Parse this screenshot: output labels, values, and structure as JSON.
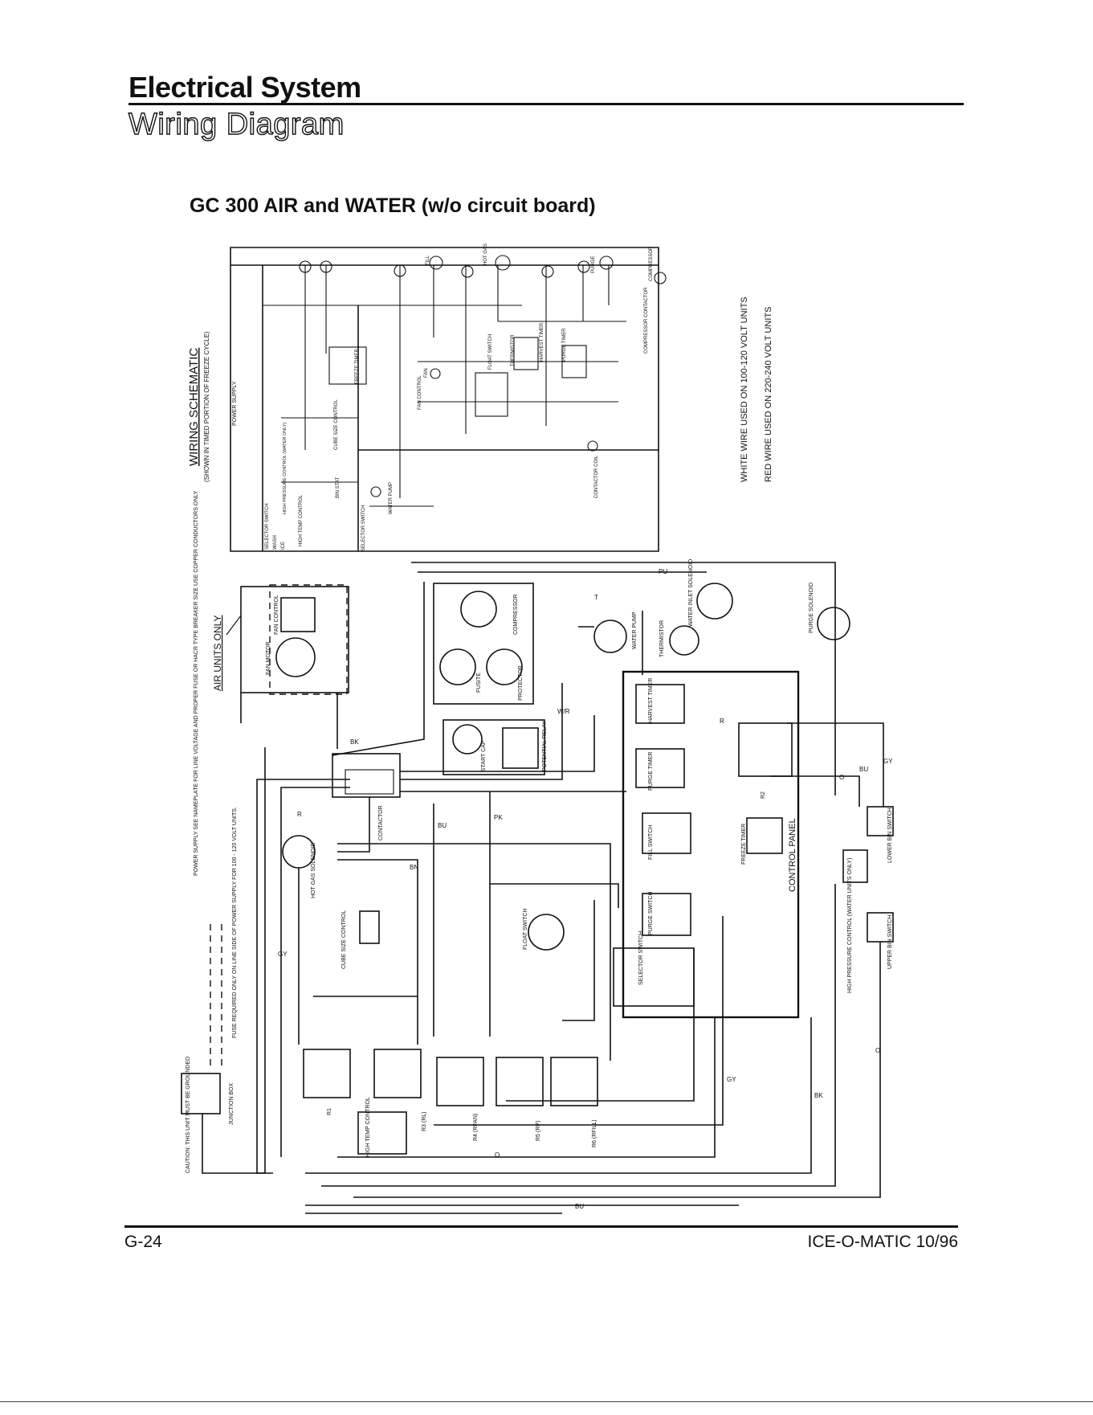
{
  "header": {
    "section": "Electrical System",
    "subsection": "Wiring Diagram",
    "diagram_title": "GC 300 AIR and WATER (w/o circuit board)"
  },
  "schematic": {
    "title": "WIRING SCHEMATIC",
    "subtitle": "(SHOWN IN TIMED PORTION OF FREEZE CYCLE)",
    "power_supply": "POWER SUPPLY",
    "labels": {
      "selector_switch": "SELECTOR SWITCH",
      "wash": "WASH",
      "ice": "ICE",
      "high_pressure": "HIGH PRESSURE CONTROL (WATER ONLY)",
      "high_temp": "HIGH TEMP CONTROL",
      "cube_size": "CUBE SIZE CONTROL",
      "bin_stat": "BIN STAT",
      "freeze_timer": "FREEZE TIMER",
      "fan_control": "FAN CONTROL",
      "fan": "FAN",
      "water_pump": "WATER PUMP",
      "float_switch": "FLOAT SWITCH",
      "thermistor": "THERMISTOR",
      "harvest_timer": "HARVEST TIMER",
      "purge_timer": "PURGE TIMER",
      "contactor_coil": "CONTACTOR COIL",
      "compressor_contactor": "COMPRESSOR CONTACTOR",
      "compressor": "COMPRESSOR",
      "hot_gas": "HOT GAS",
      "purge": "PURGE",
      "fill": "FILL"
    }
  },
  "notes": {
    "white_wire": "WHITE WIRE USED ON 100-120 VOLT UNITS",
    "red_wire": "RED WIRE USED ON 220-240 VOLT UNITS",
    "power_supply_note": "POWER SUPPLY SEE NAMEPLATE FOR LINE VOLTAGE AND PROPER FUSE OR HACR TYPE BREAKER SIZE USE COPPER CONDUCTORS ONLY",
    "fuse_note": "FUSE REQUIRED ONLY ON LINE SIDE OF POWER SUPPLY FOR 100 - 120 VOLT UNITS.",
    "caution": "CAUTION: THIS UNIT MUST BE GROUNDED",
    "junction_box": "JUNCTION BOX",
    "air_units": "AIR UNITS ONLY"
  },
  "components": {
    "fan_motor": "FAN MOTOR",
    "fan_control": "FAN CONTROL",
    "compressor": "COMPRESSOR",
    "protector": "PROTECTOR",
    "fusite": "FUSITE",
    "start_cap": "START CAP",
    "potential_relay": "POTENTIAL RELAY",
    "contactor": "CONTACTOR",
    "water_pump": "WATER PUMP",
    "thermistor": "THERMISTOR",
    "water_inlet_solenoid": "WATER INLET SOLENOID",
    "purge_solenoid": "PURGE SOLENOID",
    "harvest_timer": "HARVEST TIMER",
    "purge_timer": "PURGE TIMER",
    "fill_switch": "FILL SWITCH",
    "purge_switch": "PURGE SWITCH",
    "selector_switch": "SELECTOR SWITCH",
    "freeze_timer": "FREEZE TIMER",
    "control_panel": "CONTROL PANEL",
    "r2": "R2",
    "hot_gas_solenoid": "HOT GAS SOLENOID",
    "cube_size_control": "CUBE SIZE CONTROL",
    "float_switch": "FLOAT SWITCH",
    "high_temp_control": "HIGH TEMP CONTROL",
    "high_pressure_control": "HIGH PRESSURE CONTROL (WATER UNITS ONLY)",
    "lower_bin_switch": "LOWER BIN SWITCH",
    "upper_bin_switch": "UPPER BIN SWITCH",
    "r1": "R1",
    "r3": "R3 (RL)",
    "r4": "R4 (RFAN)",
    "r5": "R5 (RP)",
    "r6": "R6 (RFILL)"
  },
  "wire_codes": {
    "bk": "BK",
    "r": "R",
    "bu": "BU",
    "pk": "PK",
    "pu": "PU",
    "o": "O",
    "gy": "GY",
    "w_r": "W/R",
    "bn": "BN",
    "t": "T"
  },
  "footer": {
    "page": "G-24",
    "brand": "ICE-O-MATIC 10/96"
  }
}
